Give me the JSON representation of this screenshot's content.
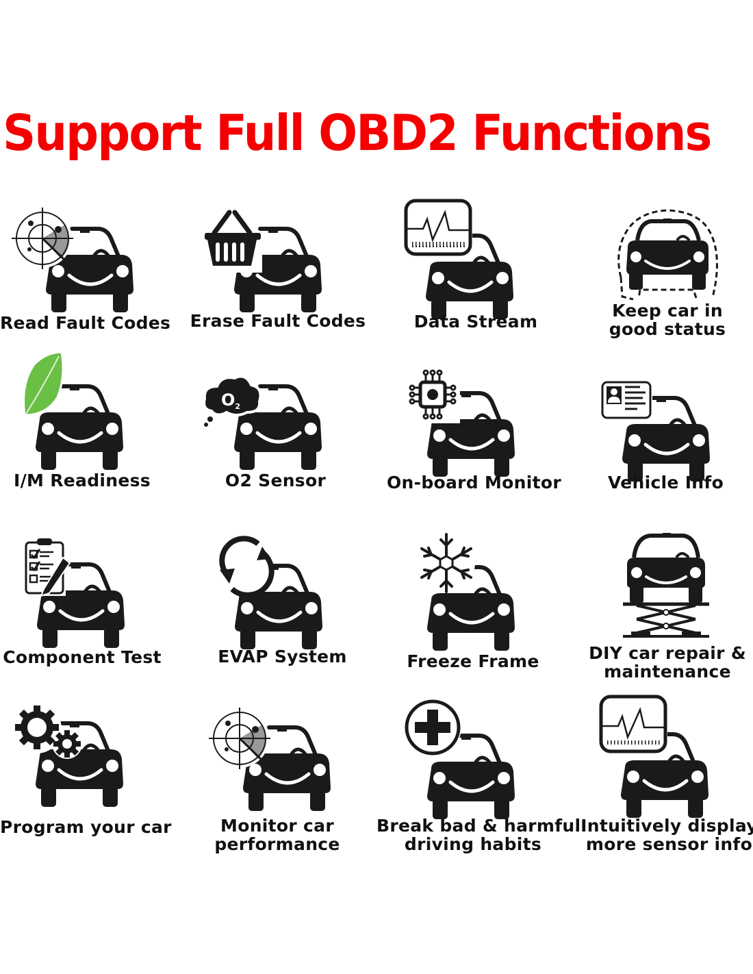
{
  "title": "Support Full OBD2 Functions",
  "colors": {
    "title": "#f40000",
    "icon": "#1a1a1a",
    "leaf": "#6abf45",
    "text": "#111111"
  },
  "features": [
    {
      "label": "Read Fault Codes",
      "icon": "radar-icon"
    },
    {
      "label": "Erase Fault Codes",
      "icon": "basket-icon"
    },
    {
      "label": "Data Stream",
      "icon": "waveform-monitor-icon"
    },
    {
      "label": "Keep car in\ngood status",
      "label_lines": [
        "Keep car in",
        "good status"
      ],
      "icon": "dashed-outline-car-icon"
    },
    {
      "label": "I/M Readiness",
      "icon": "leaf-icon"
    },
    {
      "label": "O2 Sensor",
      "icon": "o2-cloud-icon",
      "icon_text": "O",
      "icon_sub": "2"
    },
    {
      "label": "On-board Monitor",
      "icon": "chip-icon"
    },
    {
      "label": "Vehicle Info",
      "icon": "id-card-icon"
    },
    {
      "label": "Component Test",
      "icon": "clipboard-checklist-icon"
    },
    {
      "label": "EVAP System",
      "icon": "cycle-arrows-icon"
    },
    {
      "label": "Freeze Frame",
      "icon": "snowflake-icon"
    },
    {
      "label_lines": [
        "DIY car repair &",
        "maintenance"
      ],
      "icon": "car-lift-icon"
    },
    {
      "label": "Program your car",
      "icon": "gears-icon"
    },
    {
      "label_lines": [
        "Monitor car",
        "performance"
      ],
      "icon": "radar-icon"
    },
    {
      "label_lines": [
        "Break bad & harmful",
        "driving habits"
      ],
      "icon": "medical-cross-icon"
    },
    {
      "label_lines": [
        "Intuitively display",
        "more sensor info"
      ],
      "icon": "waveform-monitor-icon"
    }
  ]
}
